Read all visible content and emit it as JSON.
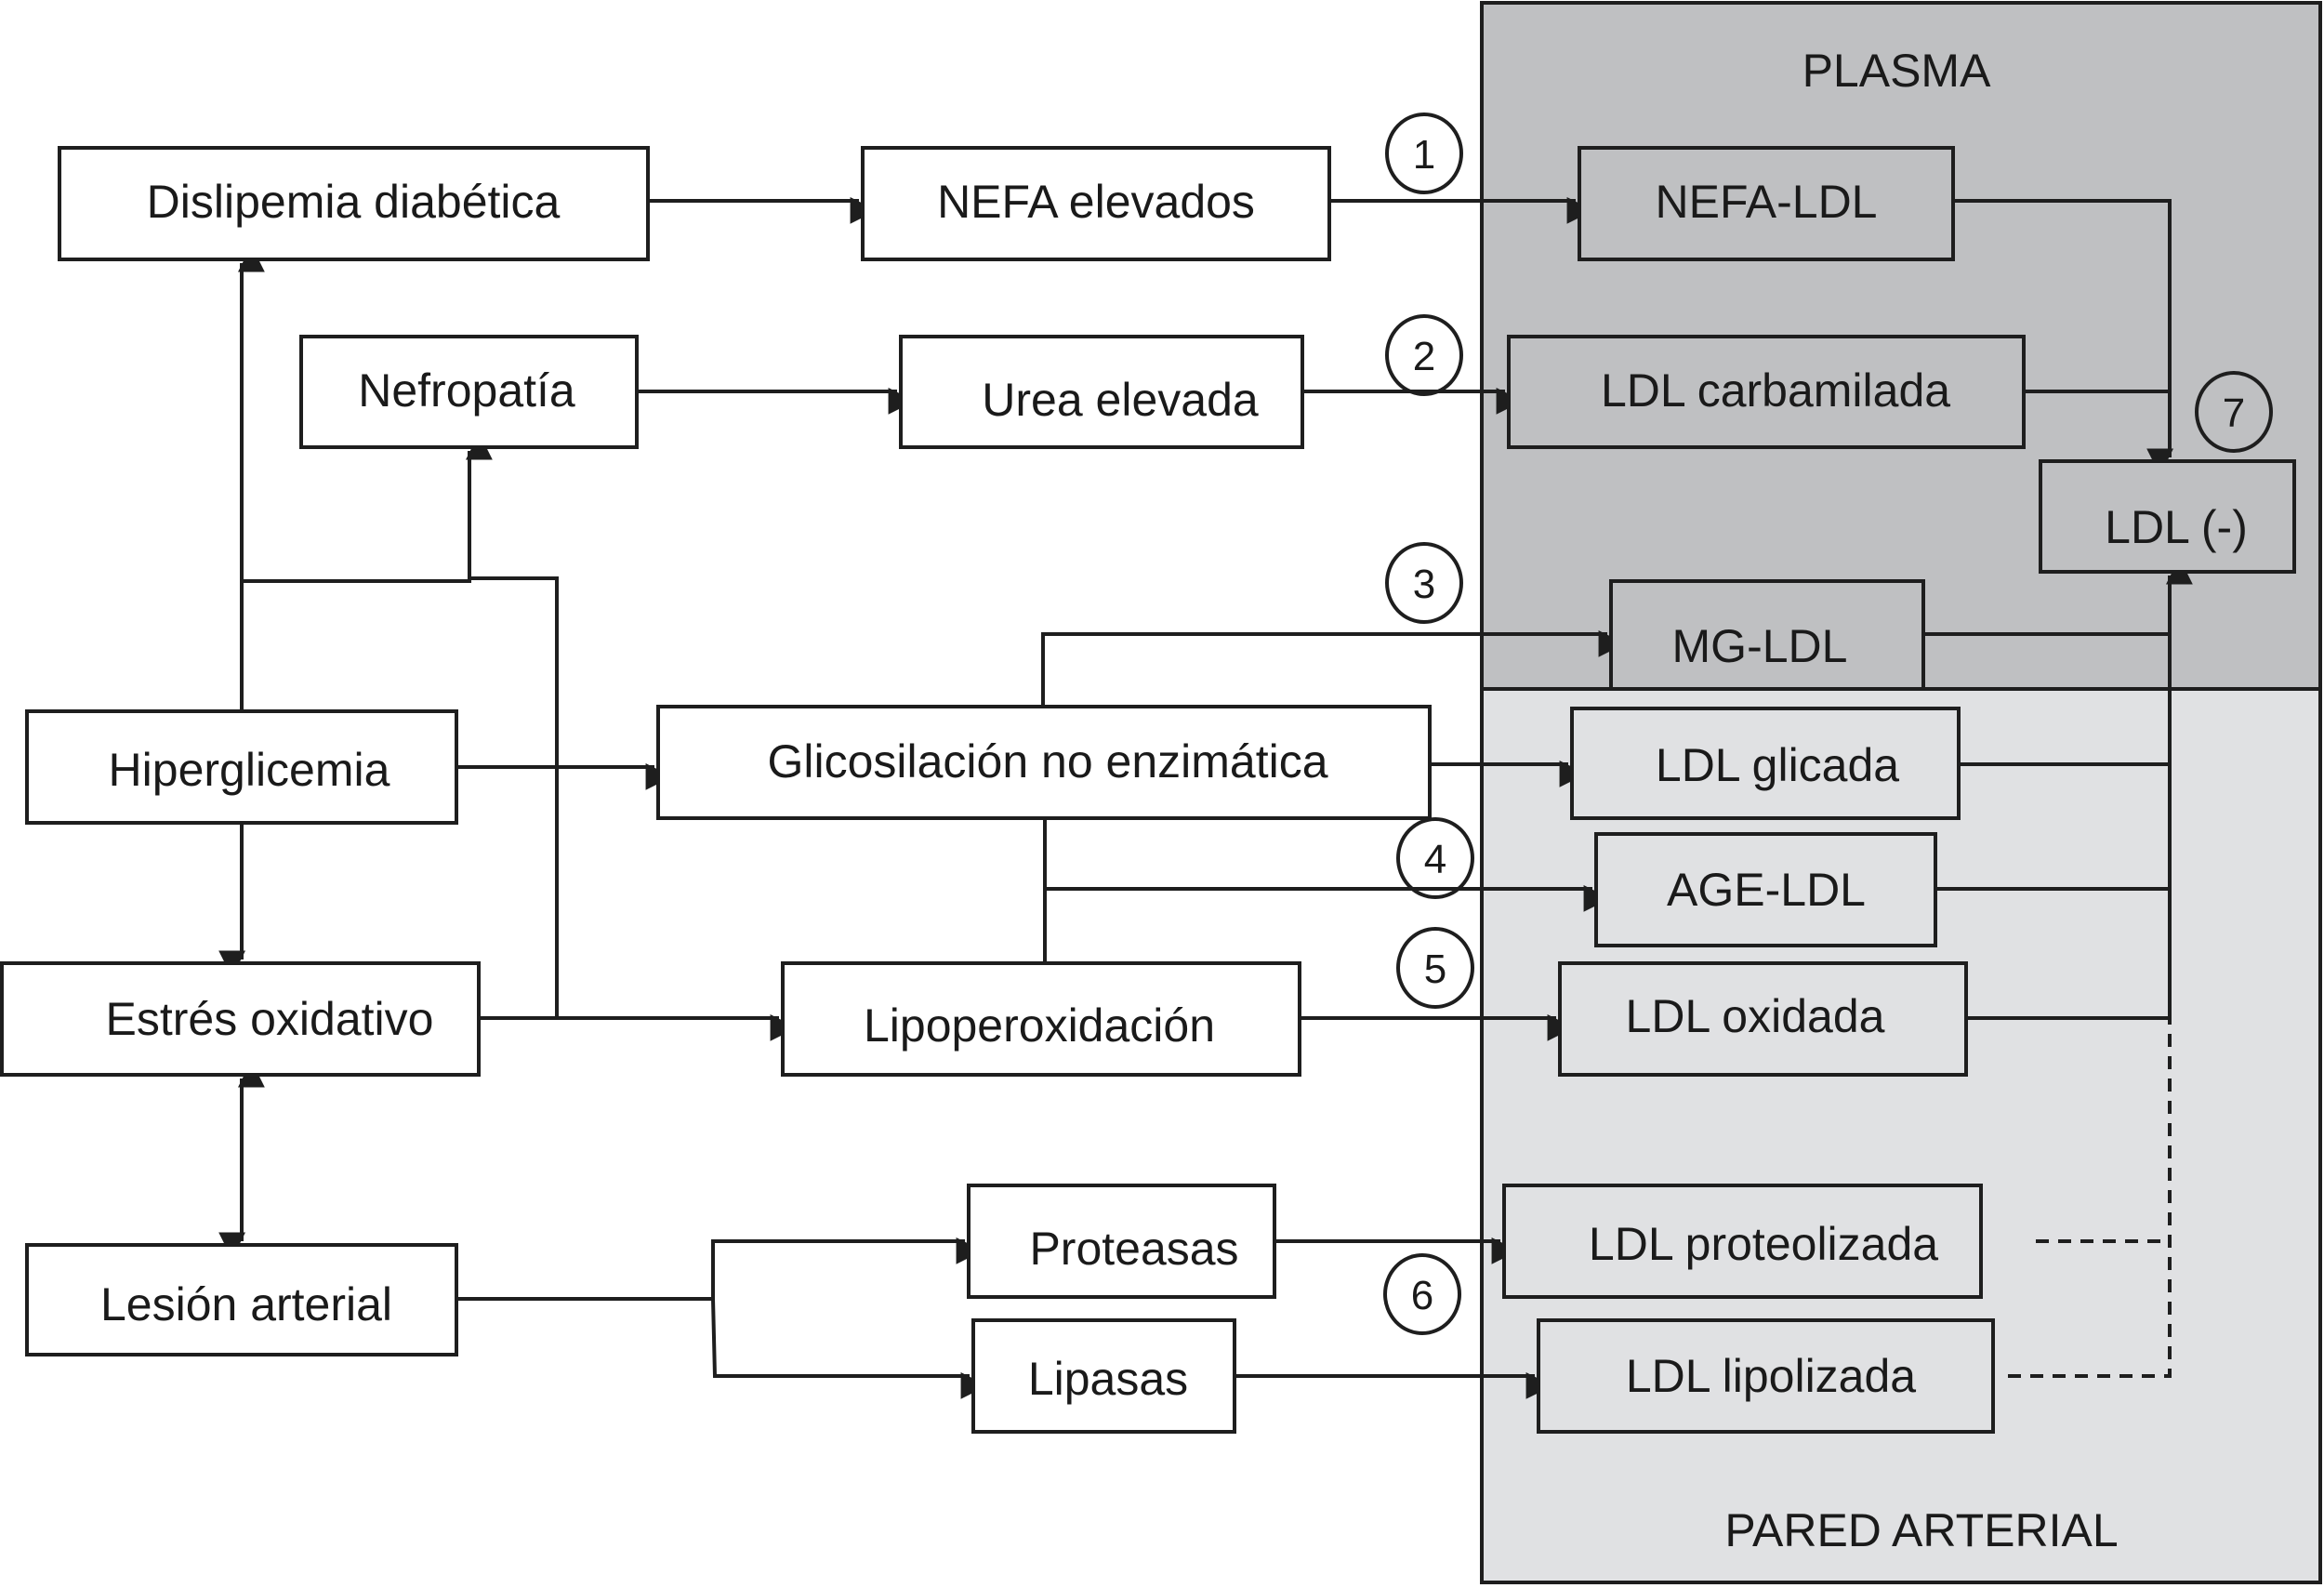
{
  "diagram": {
    "colors": {
      "plasma": "#bfc0c2",
      "pared": "#e0e1e3",
      "box_default": "#ffffff",
      "line": "#1e1e1e"
    },
    "regions": [
      {
        "id": "plasma",
        "label": "PLASMA"
      },
      {
        "id": "pared",
        "label": "PARED ARTERIAL"
      }
    ],
    "nodes": [
      {
        "id": "dislipemia",
        "label": "Dislipemia diabética",
        "region": "outside"
      },
      {
        "id": "nefa_elev",
        "label": "NEFA elevados",
        "region": "outside"
      },
      {
        "id": "nefa_ldl",
        "label": "NEFA-LDL",
        "region": "plasma"
      },
      {
        "id": "nefropatia",
        "label": "Nefropatía",
        "region": "outside"
      },
      {
        "id": "urea",
        "label": "Urea elevada",
        "region": "outside"
      },
      {
        "id": "ldl_carb",
        "label": "LDL carbamilada",
        "region": "plasma"
      },
      {
        "id": "ldl_neg",
        "label": "LDL (-)",
        "region": "plasma"
      },
      {
        "id": "mg_ldl",
        "label": "MG-LDL",
        "region": "plasma"
      },
      {
        "id": "hiperglicemia",
        "label": "Hiperglicemia",
        "region": "outside"
      },
      {
        "id": "glicosilacion",
        "label": "Glicosilación no enzimática",
        "region": "outside"
      },
      {
        "id": "ldl_glicada",
        "label": "LDL glicada",
        "region": "pared"
      },
      {
        "id": "age_ldl",
        "label": "AGE-LDL",
        "region": "pared"
      },
      {
        "id": "estres",
        "label": "Estrés oxidativo",
        "region": "outside"
      },
      {
        "id": "lipoperox",
        "label": "Lipoperoxidación",
        "region": "outside"
      },
      {
        "id": "ldl_oxidada",
        "label": "LDL oxidada",
        "region": "pared"
      },
      {
        "id": "lesion",
        "label": "Lesión arterial",
        "region": "outside"
      },
      {
        "id": "proteasas",
        "label": "Proteasas",
        "region": "outside"
      },
      {
        "id": "lipasas",
        "label": "Lipasas",
        "region": "outside"
      },
      {
        "id": "ldl_proteo",
        "label": "LDL proteolizada",
        "region": "pared"
      },
      {
        "id": "ldl_lipo",
        "label": "LDL lipolizada",
        "region": "pared"
      }
    ],
    "steps": [
      "1",
      "2",
      "3",
      "4",
      "5",
      "6",
      "7"
    ],
    "edges": [
      {
        "from": "dislipemia",
        "to": "nefa_elev",
        "style": "solid",
        "step": "1"
      },
      {
        "from": "nefa_elev",
        "to": "nefa_ldl",
        "style": "solid",
        "step": "1"
      },
      {
        "from": "nefropatia",
        "to": "urea",
        "style": "solid",
        "step": "2"
      },
      {
        "from": "urea",
        "to": "ldl_carb",
        "style": "solid",
        "step": "2"
      },
      {
        "from": "hiperglicemia",
        "to": "dislipemia",
        "style": "solid"
      },
      {
        "from": "hiperglicemia",
        "to": "nefropatia",
        "style": "solid"
      },
      {
        "from": "estres",
        "to": "nefropatia",
        "style": "solid"
      },
      {
        "from": "hiperglicemia",
        "to": "glicosilacion",
        "style": "solid"
      },
      {
        "from": "hiperglicemia",
        "to": "estres",
        "style": "solid"
      },
      {
        "from": "estres",
        "to": "lesion",
        "style": "solid",
        "bidirectional": true
      },
      {
        "from": "estres",
        "to": "lipoperox",
        "style": "solid"
      },
      {
        "from": "glicosilacion",
        "to": "mg_ldl",
        "style": "solid",
        "step": "3"
      },
      {
        "from": "glicosilacion",
        "to": "ldl_glicada",
        "style": "solid"
      },
      {
        "from": "glicosilacion",
        "to": "age_ldl",
        "style": "solid",
        "step": "4"
      },
      {
        "from": "lipoperox",
        "to": "age_ldl",
        "style": "solid",
        "step": "4"
      },
      {
        "from": "lipoperox",
        "to": "ldl_oxidada",
        "style": "solid",
        "step": "5"
      },
      {
        "from": "lesion",
        "to": "proteasas",
        "style": "solid"
      },
      {
        "from": "lesion",
        "to": "lipasas",
        "style": "solid"
      },
      {
        "from": "proteasas",
        "to": "ldl_proteo",
        "style": "solid",
        "step": "6"
      },
      {
        "from": "lipasas",
        "to": "ldl_lipo",
        "style": "solid",
        "step": "6"
      },
      {
        "from": "nefa_ldl",
        "to": "ldl_neg",
        "style": "solid",
        "step": "7"
      },
      {
        "from": "ldl_carb",
        "to": "ldl_neg",
        "style": "solid",
        "step": "7"
      },
      {
        "from": "mg_ldl",
        "to": "ldl_neg",
        "style": "solid",
        "step": "7"
      },
      {
        "from": "ldl_glicada",
        "to": "ldl_neg",
        "style": "solid",
        "step": "7"
      },
      {
        "from": "age_ldl",
        "to": "ldl_neg",
        "style": "solid",
        "step": "7"
      },
      {
        "from": "ldl_oxidada",
        "to": "ldl_neg",
        "style": "solid",
        "step": "7"
      },
      {
        "from": "ldl_proteo",
        "to": "ldl_neg",
        "style": "dashed",
        "step": "7"
      },
      {
        "from": "ldl_lipo",
        "to": "ldl_neg",
        "style": "dashed",
        "step": "7"
      }
    ]
  }
}
